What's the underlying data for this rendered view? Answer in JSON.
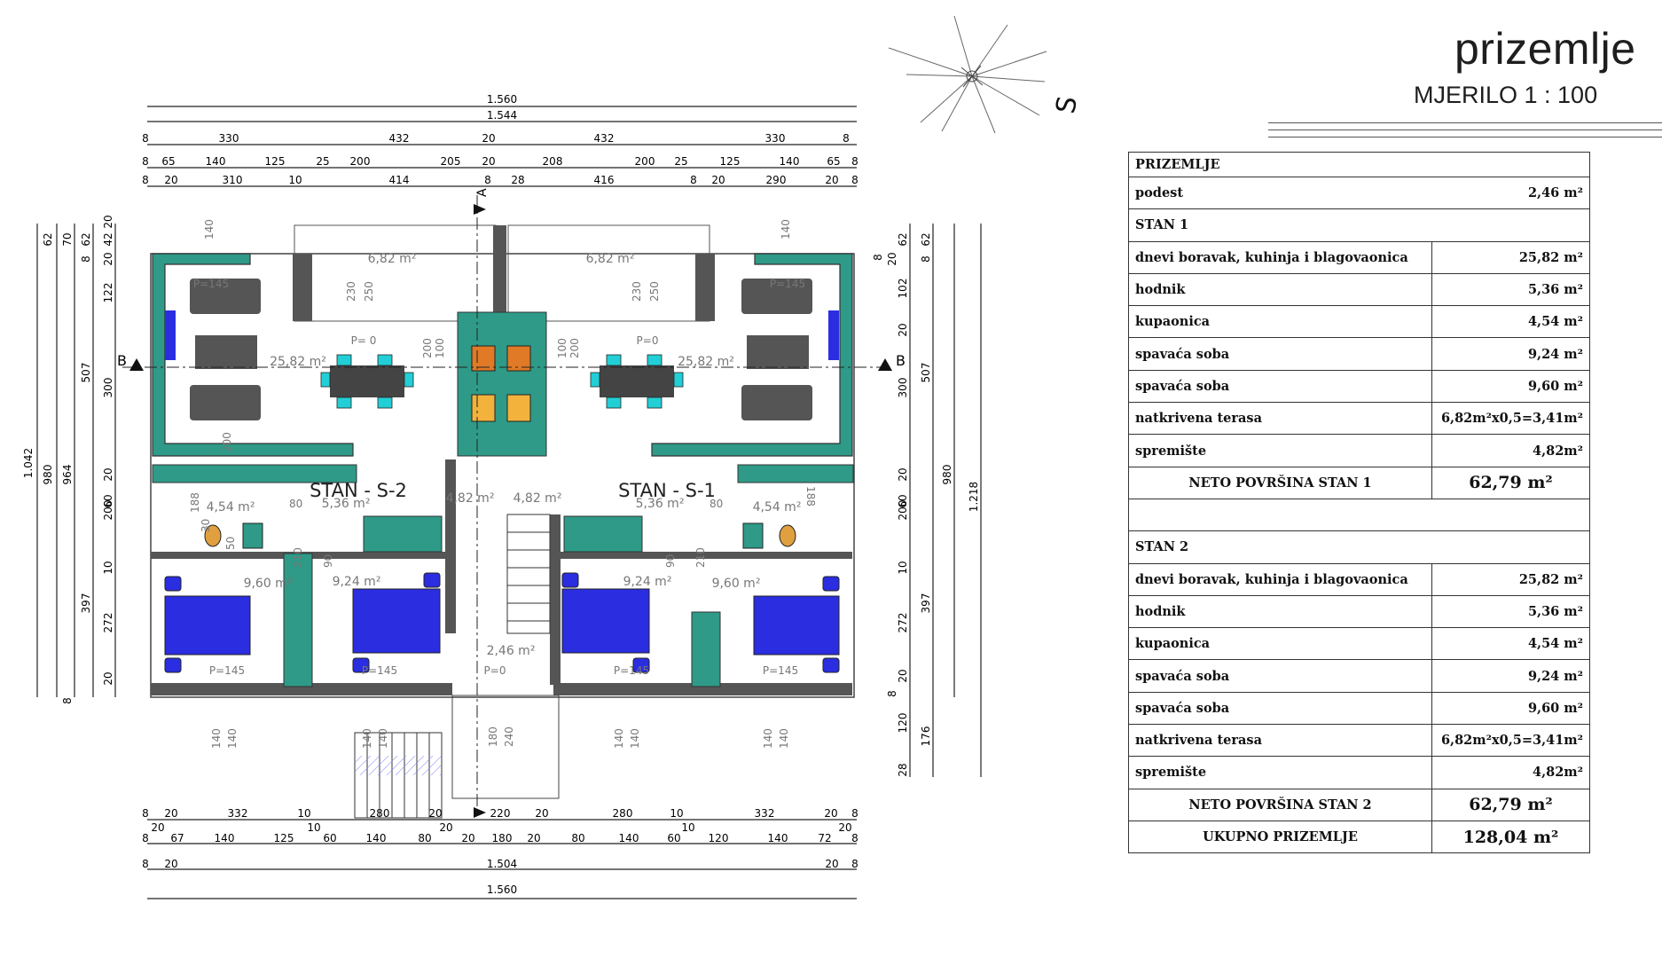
{
  "title": "prizemlje",
  "scale": "MJERILO 1 : 100",
  "compass_letter": "S",
  "table": {
    "header": "PRIZEMLJE",
    "podest": {
      "label": "podest",
      "value": "2,46 m²"
    },
    "stan1": {
      "title": "STAN 1",
      "rows": [
        {
          "label": "dnevi boravak, kuhinja i blagovaonica",
          "value": "25,82 m²"
        },
        {
          "label": "hodnik",
          "value": "5,36 m²"
        },
        {
          "label": "kupaonica",
          "value": "4,54 m²"
        },
        {
          "label": "spavaća soba",
          "value": "9,24 m²"
        },
        {
          "label": "spavaća soba",
          "value": "9,60 m²"
        },
        {
          "label": "natkrivena terasa",
          "value": "6,82m²x0,5=3,41m²"
        },
        {
          "label": "spremište",
          "value": "4,82m²"
        }
      ],
      "total_label": "NETO POVRŠINA STAN 1",
      "total_value": "62,79 m²"
    },
    "stan2": {
      "title": "STAN 2",
      "rows": [
        {
          "label": "dnevi boravak, kuhinja i blagovaonica",
          "value": "25,82 m²"
        },
        {
          "label": "hodnik",
          "value": "5,36 m²"
        },
        {
          "label": "kupaonica",
          "value": "4,54 m²"
        },
        {
          "label": "spavaća soba",
          "value": "9,24 m²"
        },
        {
          "label": "spavaća soba",
          "value": "9,60 m²"
        },
        {
          "label": "natkrivena terasa",
          "value": "6,82m²x0,5=3,41m²"
        },
        {
          "label": "spremište",
          "value": "4,82m²"
        }
      ],
      "total_label": "NETO POVRŠINA STAN 2",
      "total_value": "62,79 m²"
    },
    "grand_label": "UKUPNO PRIZEMLJE",
    "grand_value": "128,04 m²"
  },
  "plan": {
    "stan_left": "STAN - S-2",
    "stan_right": "STAN - S-1",
    "section_a": "A",
    "section_b": "B",
    "areas": {
      "terrace": "6,82 m²",
      "living": "25,82 m²",
      "hall": "5,36 m²",
      "bath": "4,54 m²",
      "storage": "4,82 m²",
      "bed_a": "9,60 m²",
      "bed_b": "9,24 m²",
      "podest": "2,46 m²"
    },
    "notes": {
      "p145": "P=145",
      "p0": "P= 0",
      "p0b": "P=0"
    },
    "dim_top": {
      "total": "1.560",
      "inner": "1.544",
      "row3": [
        "8",
        "330",
        "432",
        "20",
        "432",
        "330",
        "8"
      ],
      "row4": [
        "8",
        "65",
        "140",
        "125",
        "25",
        "200",
        "205",
        "20",
        "208",
        "200",
        "25",
        "125",
        "140",
        "65",
        "8"
      ],
      "row5": [
        "8",
        "20",
        "310",
        "10",
        "414",
        "8",
        "28",
        "416",
        "8",
        "20",
        "290",
        "20",
        "8"
      ]
    },
    "dim_bottom": {
      "row1": [
        "8",
        "20",
        "332",
        "10",
        "280",
        "20",
        "220",
        "20",
        "280",
        "10",
        "332",
        "20",
        "8"
      ],
      "row1b": [
        "20",
        "10",
        "20",
        "10",
        "20"
      ],
      "row2": [
        "8",
        "67",
        "140",
        "125",
        "60",
        "140",
        "80",
        "20",
        "180",
        "20",
        "80",
        "140",
        "60",
        "120",
        "140",
        "72",
        "8"
      ],
      "row3": [
        "8",
        "20",
        "1.504",
        "20",
        "8"
      ],
      "total": "1.560"
    },
    "dim_left": {
      "outer": "1.042",
      "o2": "980",
      "o3": "964",
      "top_small": [
        "62",
        "70",
        "62",
        "8",
        "42",
        "20",
        "20"
      ],
      "segments": [
        "122",
        "507",
        "300",
        "20",
        "60",
        "200",
        "10",
        "397",
        "272",
        "20",
        "8"
      ]
    },
    "dim_right": {
      "outer": "1.218",
      "o2": "980",
      "top_small": [
        "62",
        "62",
        "8",
        "20",
        "8"
      ],
      "segments": [
        "102",
        "20",
        "507",
        "300",
        "20",
        "60",
        "200",
        "10",
        "397",
        "272",
        "20",
        "8",
        "120",
        "176",
        "28"
      ]
    },
    "vertical_marks": {
      "w140": "140",
      "d230": "230",
      "d250": "250",
      "d100": "100",
      "d200": "200",
      "d90": "90",
      "d210": "210",
      "d80": "80",
      "d180": "180",
      "d240": "240",
      "d50": "50",
      "d30": "30",
      "d188": "188"
    }
  }
}
